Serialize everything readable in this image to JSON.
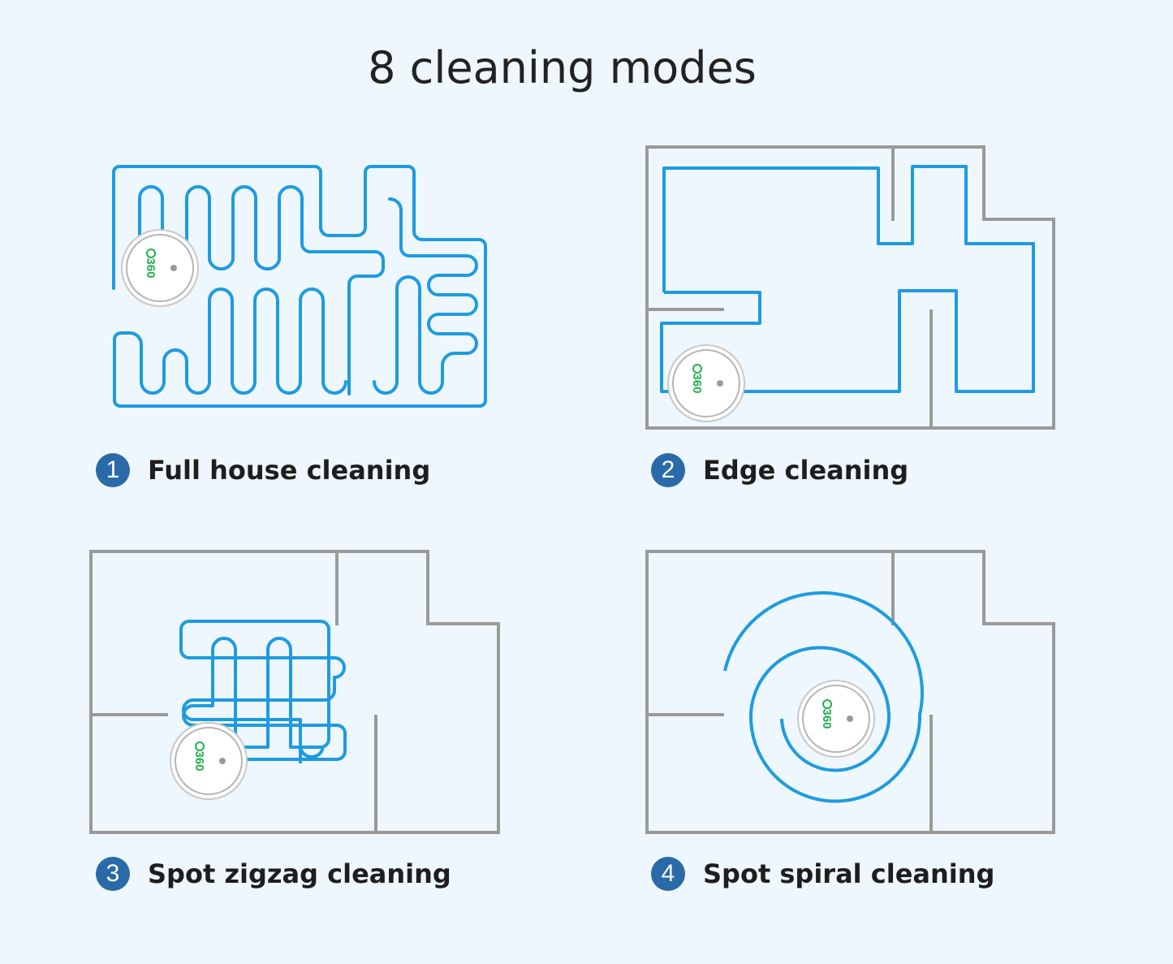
{
  "title": "8 cleaning modes",
  "colors": {
    "background": "#eef7fd",
    "path": "#1e9be0",
    "wall": "#9a9a9a",
    "badge": "#2a6aa8",
    "logo": "#22b04a"
  },
  "robot_logo": "360",
  "modes": [
    {
      "number": "1",
      "label": "Full house cleaning"
    },
    {
      "number": "2",
      "label": "Edge cleaning"
    },
    {
      "number": "3",
      "label": "Spot zigzag cleaning"
    },
    {
      "number": "4",
      "label": "Spot spiral cleaning"
    }
  ]
}
